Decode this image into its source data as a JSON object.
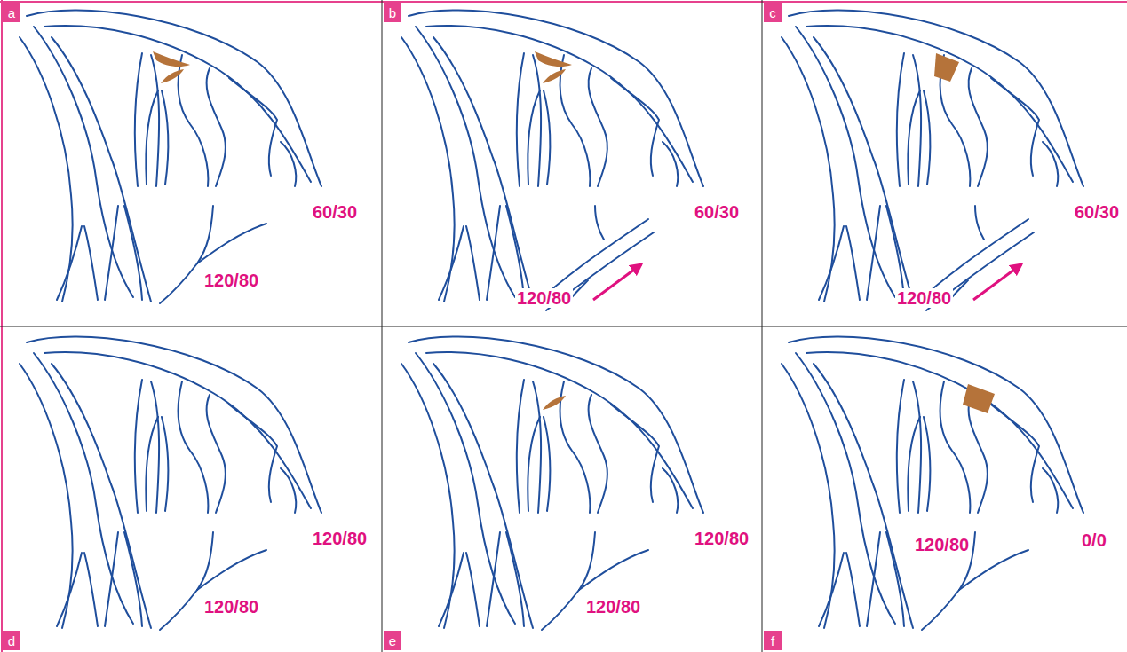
{
  "diagram": {
    "nodes": [
      {
        "text": [
          "a"
        ]
      },
      {
        "text": [
          "b"
        ]
      },
      {
        "text": [
          "c"
        ]
      },
      {
        "text": [
          "d"
        ]
      },
      {
        "text": [
          "e"
        ]
      },
      {
        "text": [
          "f"
        ]
      }
    ],
    "labels": [
      "60/30",
      "120/80",
      "60/30",
      "120/80",
      "60/30",
      "120/80",
      "120/80",
      "120/80",
      "120/80",
      "120/80",
      "120/80",
      "0/0"
    ]
  }
}
